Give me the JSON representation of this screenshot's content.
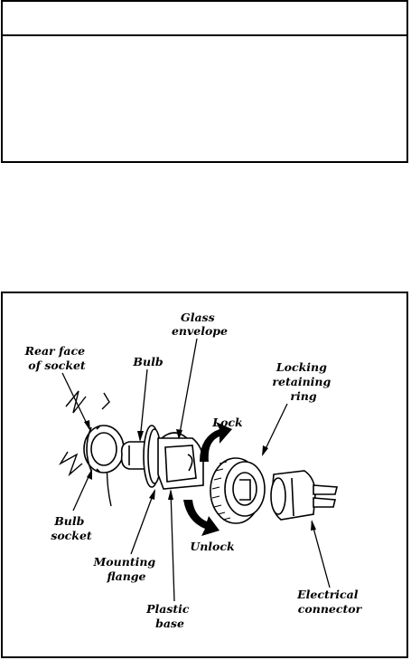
{
  "diagram": {
    "labels": {
      "glass_envelope": [
        "Glass",
        "envelope"
      ],
      "rear_face": [
        "Rear face",
        "of socket"
      ],
      "bulb": [
        "Bulb"
      ],
      "locking_ring": [
        "Locking",
        "retaining",
        "ring"
      ],
      "lock": [
        "Lock"
      ],
      "unlock": [
        "Unlock"
      ],
      "bulb_socket": [
        "Bulb",
        "socket"
      ],
      "mounting_flange": [
        "Mounting",
        "flange"
      ],
      "plastic_base": [
        "Plastic",
        "base"
      ],
      "electrical_connector": [
        "Electrical",
        "connector"
      ]
    }
  }
}
